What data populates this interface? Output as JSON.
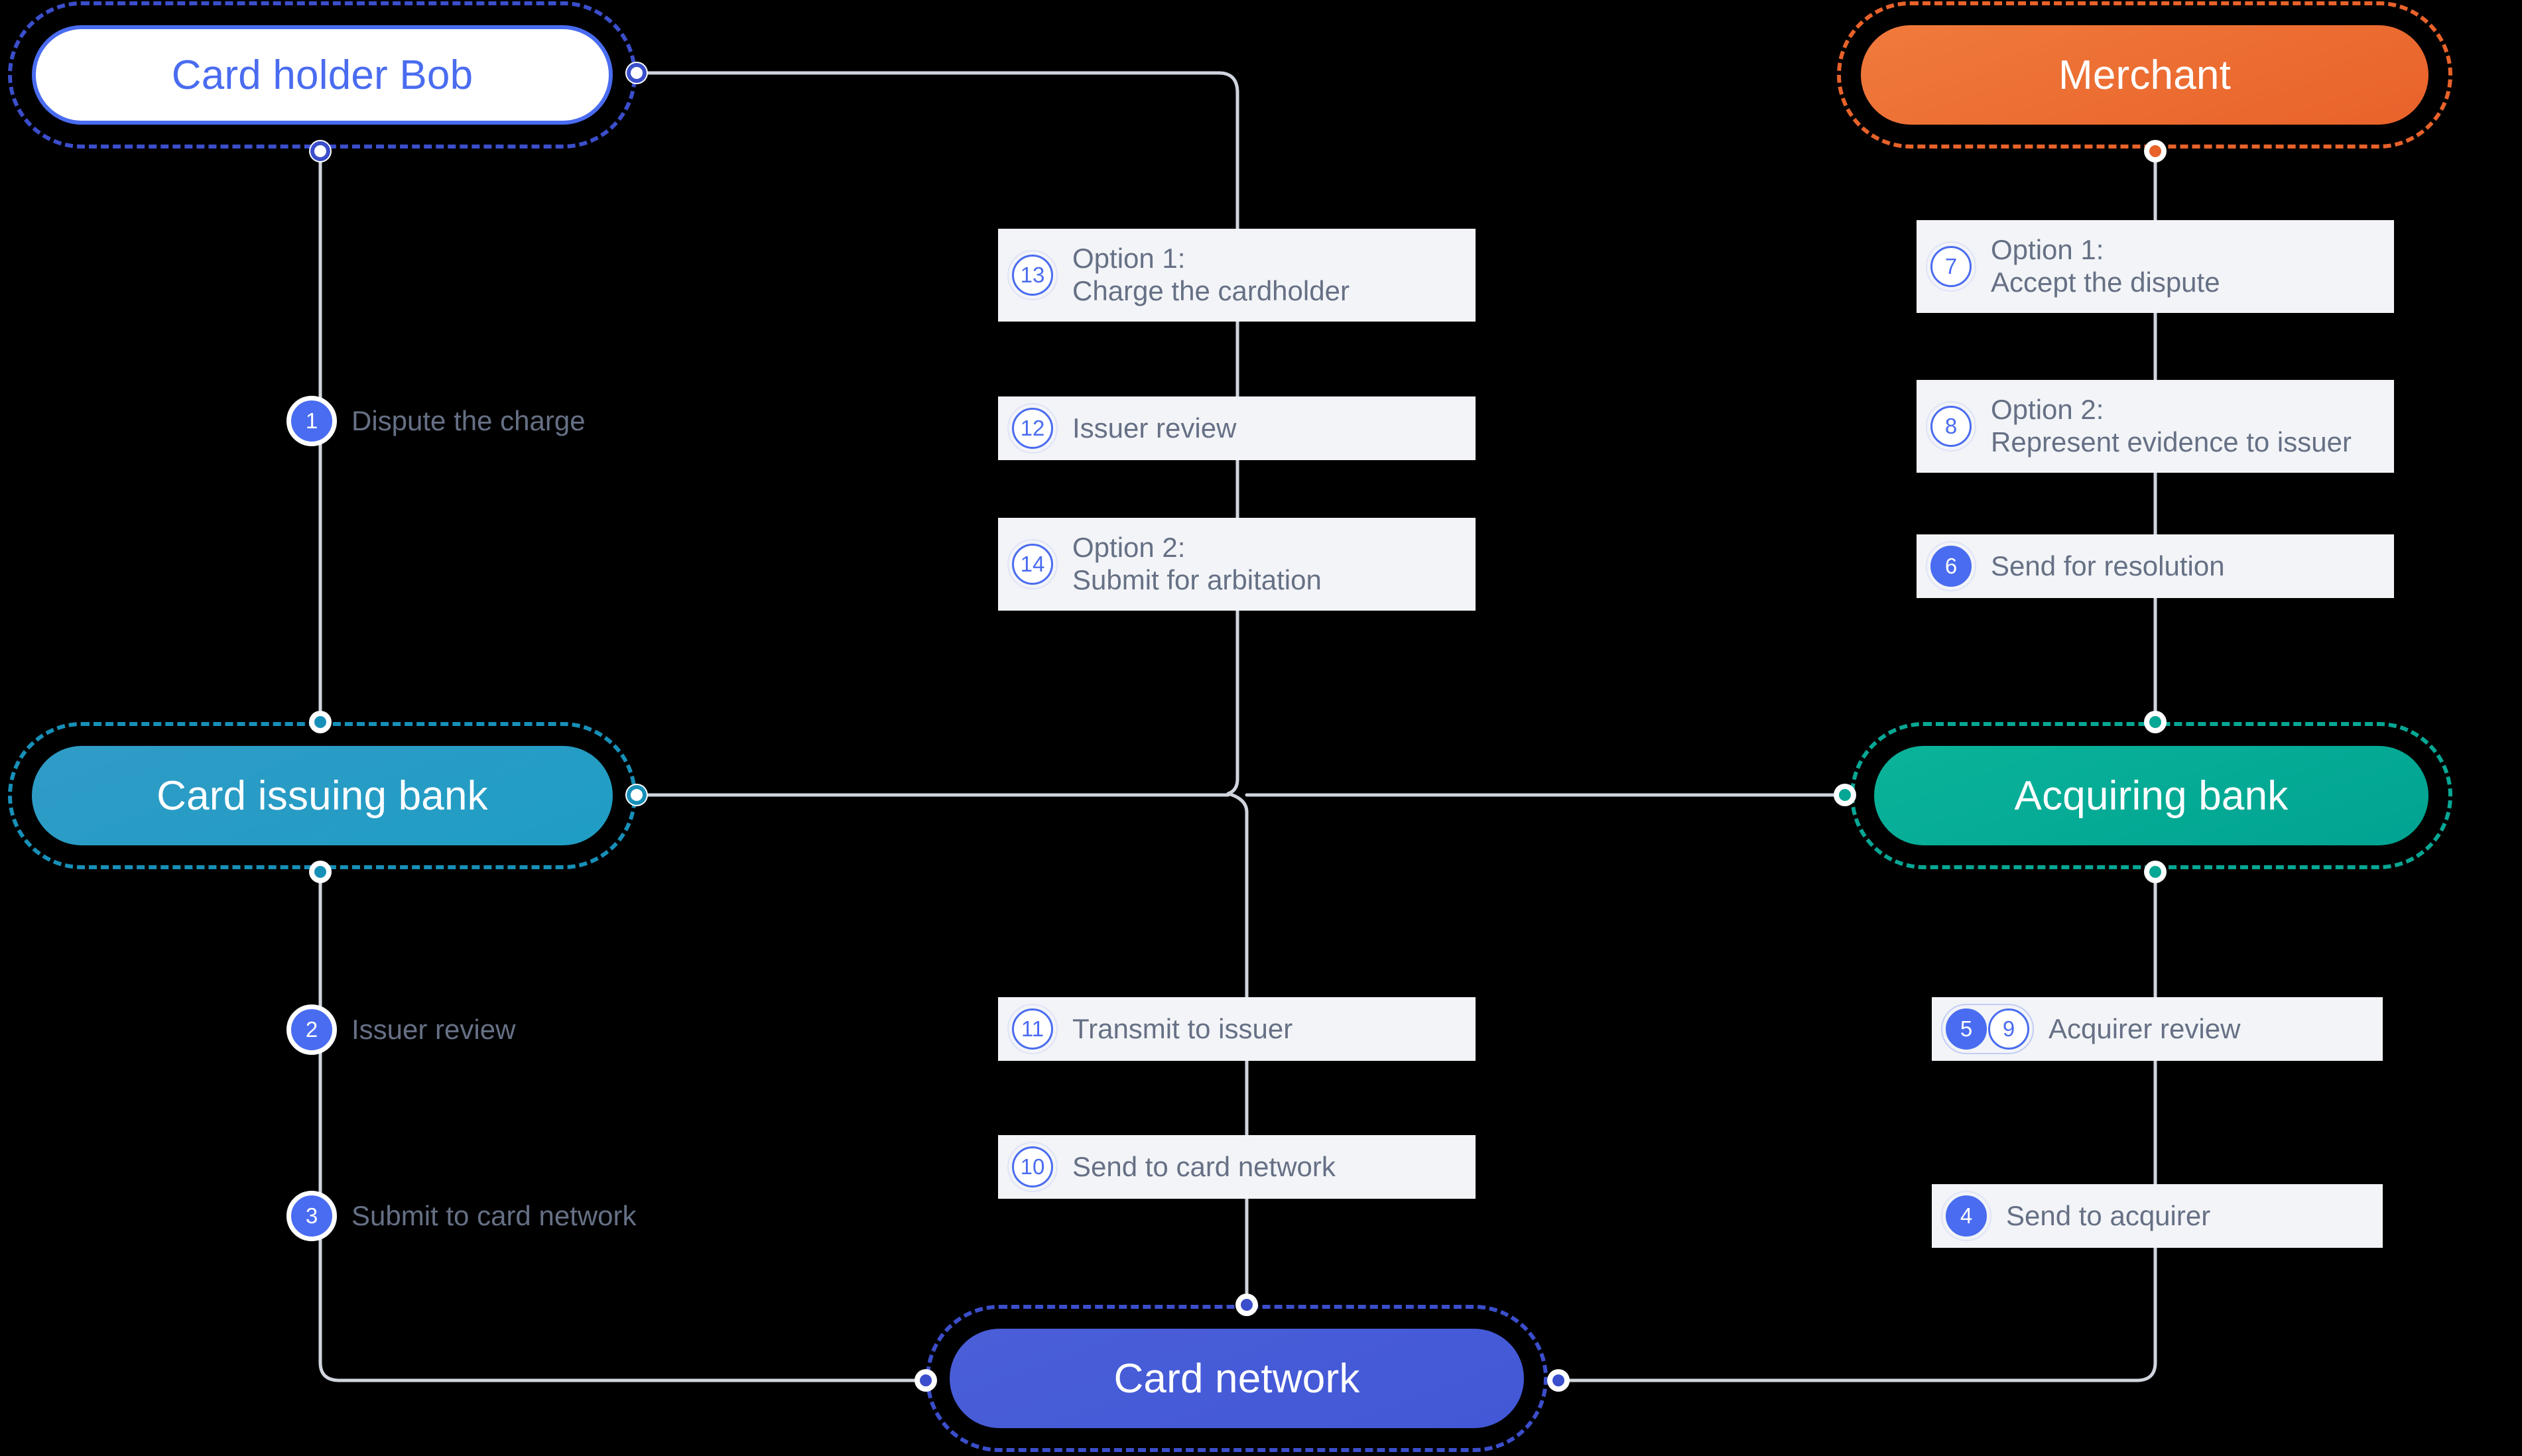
{
  "diagram": {
    "title": "Card dispute / chargeback flow",
    "background_color": "#000000",
    "edge_color": "#d0d5dd",
    "label_box_color": "#f2f4f7",
    "label_text_color": "#667085",
    "accent_blue": "#4a6cf0"
  },
  "nodes": [
    {
      "id": "cardholder",
      "label": "Card holder Bob",
      "fill": "#ffffff",
      "text_color": "#4a6cf0",
      "selected": true,
      "selection_color": "#3b4ecb"
    },
    {
      "id": "merchant",
      "label": "Merchant",
      "fill": "#e8622a",
      "text_color": "#ffffff",
      "selected": true,
      "selection_color": "#e8622a"
    },
    {
      "id": "issuing_bank",
      "label": "Card issuing bank",
      "fill": "#1f9dc4",
      "text_color": "#ffffff",
      "selected": true,
      "selection_color": "#1790b8"
    },
    {
      "id": "acquiring_bank",
      "label": "Acquiring bank",
      "fill": "#00a391",
      "text_color": "#ffffff",
      "selected": true,
      "selection_color": "#06a794"
    },
    {
      "id": "card_network",
      "label": "Card network",
      "fill": "#4258d6",
      "text_color": "#ffffff",
      "selected": true,
      "selection_color": "#3b4ecb"
    }
  ],
  "steps": [
    {
      "numbers": [
        "1"
      ],
      "styles": [
        "filled"
      ],
      "lines": [
        "Dispute the charge"
      ],
      "boxed": false,
      "column": "left"
    },
    {
      "numbers": [
        "2"
      ],
      "styles": [
        "filled"
      ],
      "lines": [
        "Issuer review"
      ],
      "boxed": false,
      "column": "left"
    },
    {
      "numbers": [
        "3"
      ],
      "styles": [
        "filled"
      ],
      "lines": [
        "Submit to card network"
      ],
      "boxed": false,
      "column": "left"
    },
    {
      "numbers": [
        "13"
      ],
      "styles": [
        "outline"
      ],
      "lines": [
        "Option 1:",
        "Charge the cardholder"
      ],
      "boxed": true,
      "column": "center"
    },
    {
      "numbers": [
        "12"
      ],
      "styles": [
        "outline"
      ],
      "lines": [
        "Issuer review"
      ],
      "boxed": true,
      "column": "center"
    },
    {
      "numbers": [
        "14"
      ],
      "styles": [
        "outline"
      ],
      "lines": [
        "Option 2:",
        "Submit for arbitation"
      ],
      "boxed": true,
      "column": "center"
    },
    {
      "numbers": [
        "11"
      ],
      "styles": [
        "outline"
      ],
      "lines": [
        "Transmit to issuer"
      ],
      "boxed": true,
      "column": "center"
    },
    {
      "numbers": [
        "10"
      ],
      "styles": [
        "outline"
      ],
      "lines": [
        "Send to card network"
      ],
      "boxed": true,
      "column": "center"
    },
    {
      "numbers": [
        "7"
      ],
      "styles": [
        "outline"
      ],
      "lines": [
        "Option 1:",
        "Accept the dispute"
      ],
      "boxed": true,
      "column": "right"
    },
    {
      "numbers": [
        "8"
      ],
      "styles": [
        "outline"
      ],
      "lines": [
        "Option 2:",
        "Represent evidence to issuer"
      ],
      "boxed": true,
      "column": "right"
    },
    {
      "numbers": [
        "6"
      ],
      "styles": [
        "filled"
      ],
      "lines": [
        "Send for resolution"
      ],
      "boxed": true,
      "column": "right"
    },
    {
      "numbers": [
        "5",
        "9"
      ],
      "styles": [
        "filled",
        "outline"
      ],
      "lines": [
        "Acquirer review"
      ],
      "boxed": true,
      "column": "right"
    },
    {
      "numbers": [
        "4"
      ],
      "styles": [
        "filled"
      ],
      "lines": [
        "Send to acquirer"
      ],
      "boxed": true,
      "column": "right"
    }
  ],
  "labels": {
    "n1": "1",
    "n2": "2",
    "n3": "3",
    "n4": "4",
    "n5": "5",
    "n6": "6",
    "n7": "7",
    "n8": "8",
    "n9": "9",
    "n10": "10",
    "n11": "11",
    "n12": "12",
    "n13": "13",
    "n14": "14",
    "dispute_the_charge": "Dispute the charge",
    "issuer_review_left": "Issuer review",
    "submit_to_card_network": "Submit to card network",
    "option1": "Option 1:",
    "option2": "Option 2:",
    "charge_the_cardholder": "Charge the cardholder",
    "issuer_review_center": "Issuer review",
    "submit_for_arbitation": "Submit for arbitation",
    "transmit_to_issuer": "Transmit to issuer",
    "send_to_card_network": "Send to card network",
    "accept_the_dispute": "Accept the dispute",
    "represent_evidence_to_issuer": "Represent evidence to issuer",
    "send_for_resolution": "Send for resolution",
    "acquirer_review": "Acquirer review",
    "send_to_acquirer": "Send to acquirer",
    "node_cardholder": "Card holder Bob",
    "node_merchant": "Merchant",
    "node_issuing_bank": "Card issuing bank",
    "node_acquiring_bank": "Acquiring bank",
    "node_card_network": "Card network"
  }
}
